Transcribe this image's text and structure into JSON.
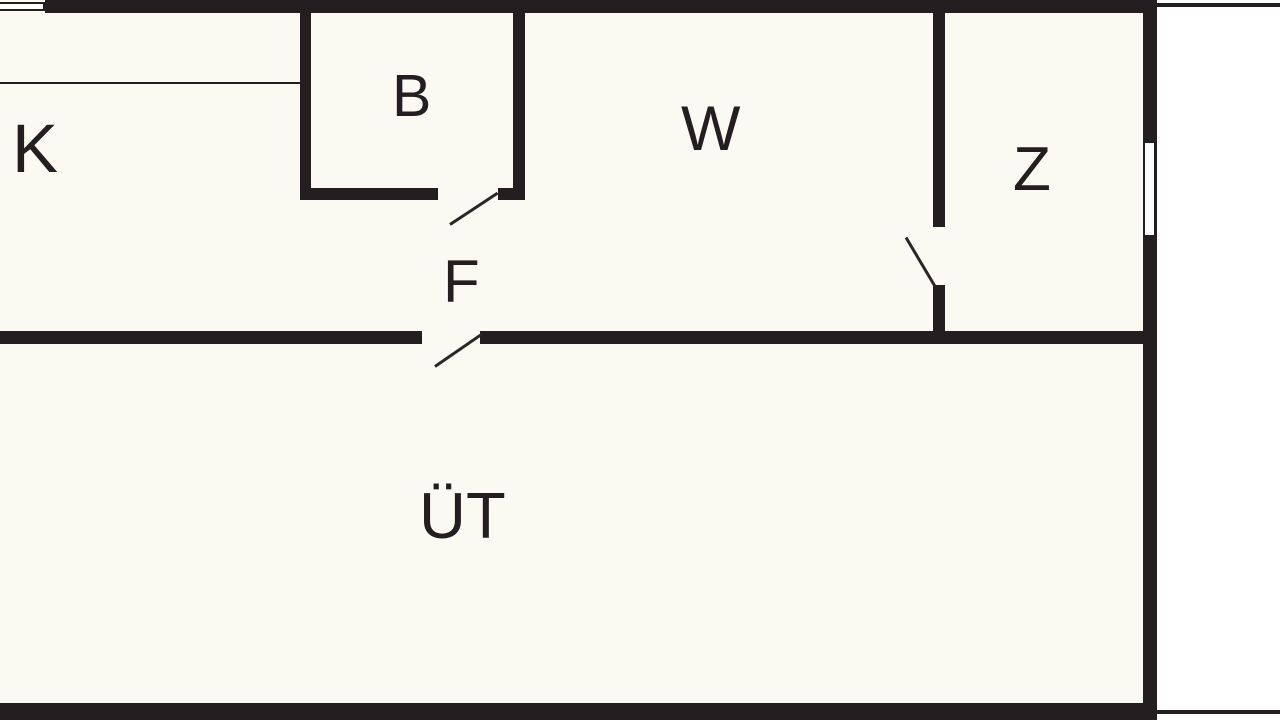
{
  "floor_plan": {
    "rooms": {
      "k": {
        "label": "K"
      },
      "b": {
        "label": "B"
      },
      "w": {
        "label": "W"
      },
      "z": {
        "label": "Z"
      },
      "f": {
        "label": "F"
      },
      "ut": {
        "label": "ÜT"
      }
    },
    "colors": {
      "wall": "#231f20",
      "floor": "#fbfaf2",
      "outside": "#ffffff",
      "window": "#ffffff"
    }
  }
}
